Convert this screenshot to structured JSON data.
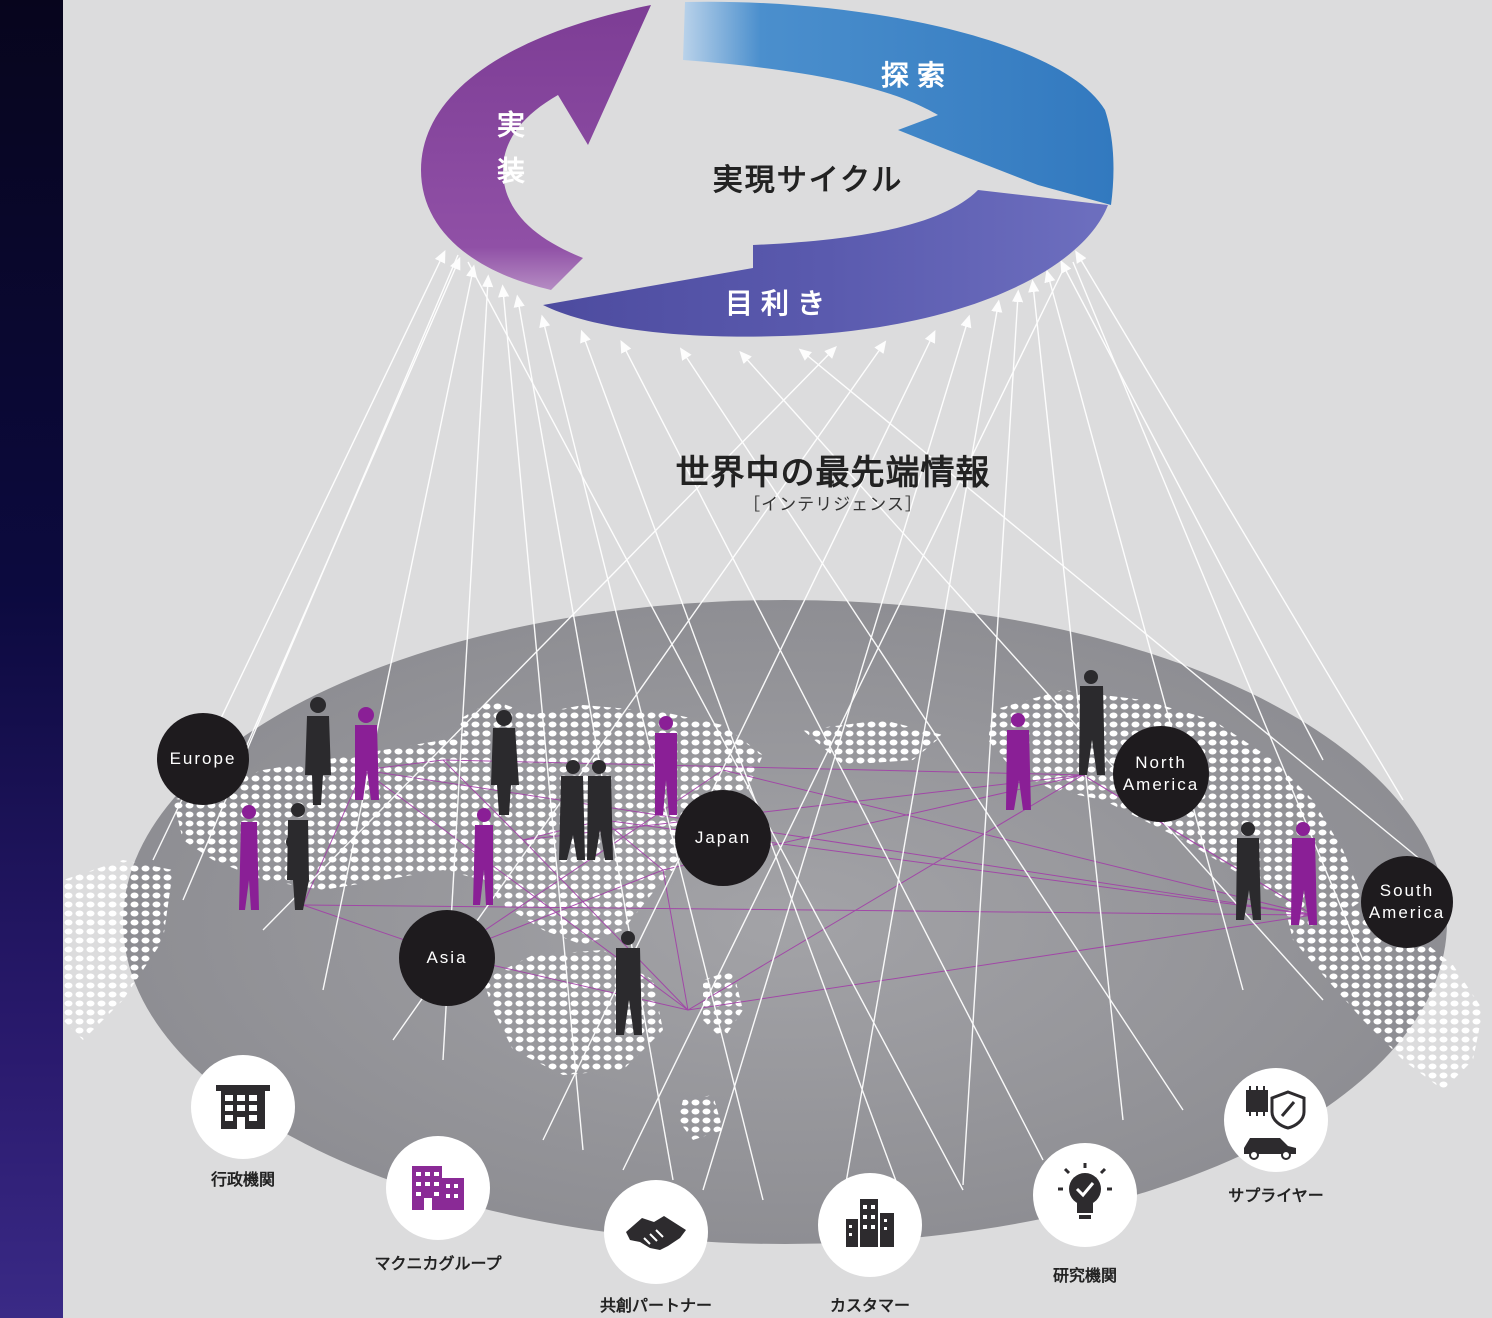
{
  "cycle": {
    "center": "実現サイクル",
    "explore": "探索",
    "implement": "実装",
    "evaluate": "目利き"
  },
  "intelligence": {
    "title": "世界中の最先端情報",
    "subtitle": "［インテリジェンス］"
  },
  "regions": {
    "europe": "Europe",
    "japan": "Japan",
    "asia": "Asia",
    "north_america": "North\nAmerica",
    "south_america": "South\nAmerica"
  },
  "stakeholders": {
    "government": "行政機関",
    "group": "マクニカグループ",
    "partners": "共創パートナー",
    "customers": "カスタマー",
    "research": "研究機関",
    "suppliers": "サプライヤー"
  },
  "colors": {
    "purple": "#8a4aa3",
    "blue": "#3b84c7",
    "indigo": "#5a5aae",
    "dark": "#1e1b1e",
    "link": "#a23fa8"
  },
  "icons": {
    "government": "office-building-icon",
    "group": "company-buildings-icon",
    "partners": "handshake-icon",
    "customers": "city-buildings-icon",
    "research": "lightbulb-icon",
    "suppliers": "chip-shield-car-icon"
  }
}
